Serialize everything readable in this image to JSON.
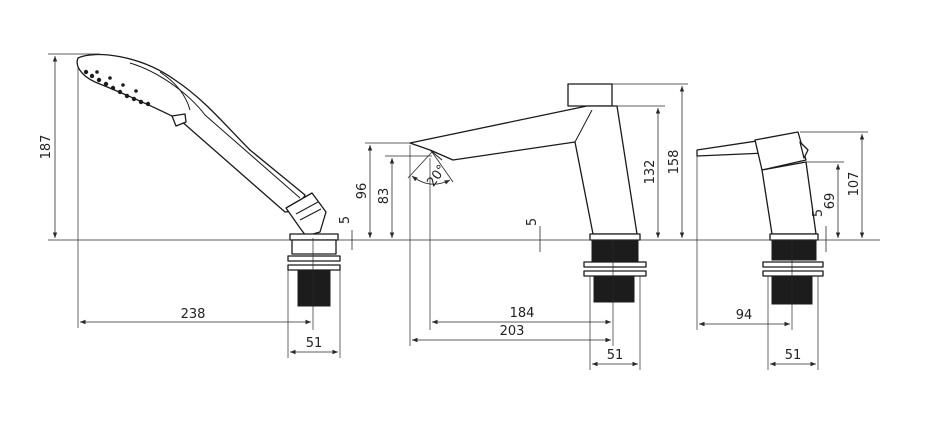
{
  "drawing": {
    "colors": {
      "stroke": "#1a1a1a",
      "fill": "#ffffff",
      "dark": "#1c1c1c"
    },
    "shower": {
      "height": "187",
      "spout_reach": "238",
      "base_diameter": "51",
      "deck_gap": "5"
    },
    "spout": {
      "height_96": "96",
      "height_83": "83",
      "height_132": "132",
      "height_158": "158",
      "reach_184": "184",
      "reach_203": "203",
      "base_diameter": "51",
      "deck_gap": "5",
      "angle": "20°"
    },
    "mixer": {
      "height_107": "107",
      "height_69": "69",
      "reach": "94",
      "base_diameter": "51",
      "deck_gap": "5"
    }
  }
}
